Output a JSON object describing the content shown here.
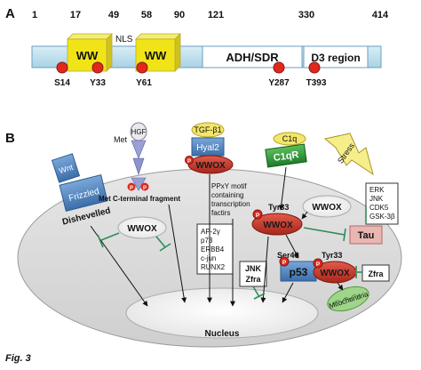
{
  "panelA": {
    "label": "A",
    "positions": [
      "1",
      "17",
      "49",
      "58",
      "90",
      "121",
      "330",
      "414"
    ],
    "nls": "NLS",
    "ww1": "WW",
    "ww2": "WW",
    "adh": "ADH/SDR",
    "d3": "D3 region",
    "sites": [
      "S14",
      "Y33",
      "Y61",
      "Y287",
      "T393"
    ]
  },
  "panelB": {
    "label": "B",
    "wnt": "Wnt",
    "frizzled": "Frizzled",
    "dishevelled": "Dishevelled",
    "hgf": "HGF",
    "met": "Met",
    "met_fragment": "Met C-terminal fragment",
    "tgf": "TGF-β1",
    "hyal2": "Hyal2",
    "wwox_membrane": "WWOX",
    "c1q": "C1q",
    "c1qr": "C1qR",
    "stress": "Stress",
    "ppxy": [
      "PPxY motif",
      "containing",
      "transcription",
      "factirs"
    ],
    "tf_list": [
      "AP-2γ",
      "p73",
      "ERBB4",
      "c-jun",
      "RUNX2"
    ],
    "wwox_left": "WWOX",
    "tyr33_a": "Tyr33",
    "wwox_center": "WWOX",
    "wwox_right": "WWOX",
    "kinases": [
      "ERK",
      "JNK",
      "CDK5",
      "GSK-3β"
    ],
    "tau": "Tau",
    "zfra_right": "Zfra",
    "jnk_zfra": [
      "JNK",
      "Zfra"
    ],
    "ser46": "Ser46",
    "tyr33_b": "Tyr33",
    "p53": "p53",
    "wwox_complex": "WWOX",
    "mitochondria": "Mitochondria",
    "nucleus": "Nucleus",
    "phospho": "P"
  },
  "caption": "Fig. 3"
}
